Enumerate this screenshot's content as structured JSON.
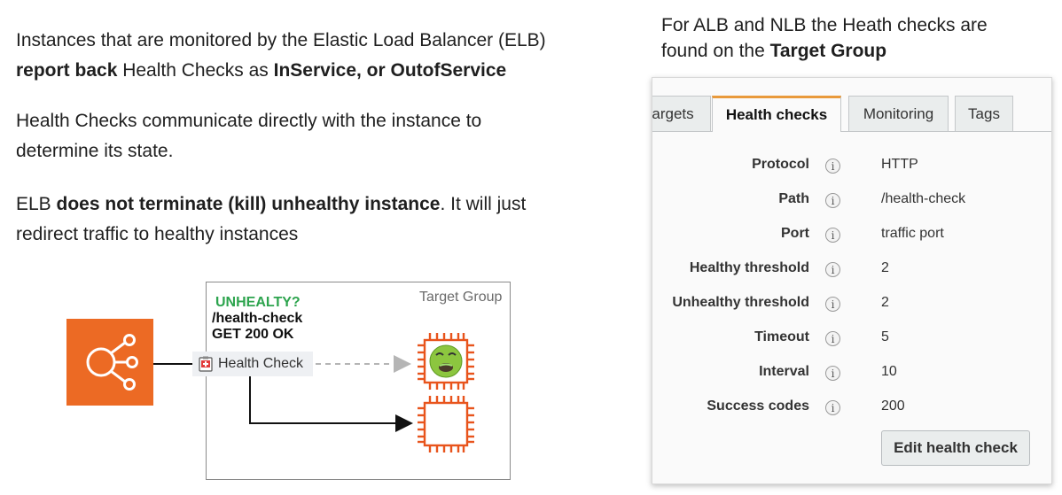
{
  "left_text": {
    "p1_a": "Instances that are monitored by the Elastic Load Balancer (ELB)",
    "p1_b": "report back",
    "p1_c": " Health Checks as ",
    "p1_d": "InService, or OutofService",
    "p2_a": "Health Checks communicate directly with the instance to",
    "p2_b": "determine its state.",
    "p3_a": "ELB ",
    "p3_b": "does not terminate (kill) unhealthy instance",
    "p3_c": ". It will just",
    "p3_d": "redirect traffic to healthy instances"
  },
  "diagram": {
    "target_group_label": "Target Group",
    "unhealthy_label": "UNHEALTY?",
    "request_path": "/health-check",
    "request_status": "GET 200 OK",
    "health_check_badge": "Health Check",
    "elb_icon": "elastic-load-balancer-icon",
    "sick_face": "🤢",
    "colors": {
      "elb": "#ec6a24",
      "unhealthy": "#2da44e",
      "chip": "#e8541c"
    }
  },
  "right_heading": {
    "line1": "For ALB and NLB the Heath checks are",
    "line2_a": "found on the ",
    "line2_b": "Target Group"
  },
  "panel": {
    "tabs": [
      "argets",
      "Health checks",
      "Monitoring",
      "Tags"
    ],
    "active_tab": "Health checks",
    "rows": [
      {
        "label": "Protocol",
        "value": "HTTP"
      },
      {
        "label": "Path",
        "value": "/health-check"
      },
      {
        "label": "Port",
        "value": "traffic port"
      },
      {
        "label": "Healthy threshold",
        "value": "2"
      },
      {
        "label": "Unhealthy threshold",
        "value": "2"
      },
      {
        "label": "Timeout",
        "value": "5"
      },
      {
        "label": "Interval",
        "value": "10"
      },
      {
        "label": "Success codes",
        "value": "200"
      }
    ],
    "info_glyph": "i",
    "edit_button": "Edit health check",
    "accent": "#e99a3b"
  }
}
